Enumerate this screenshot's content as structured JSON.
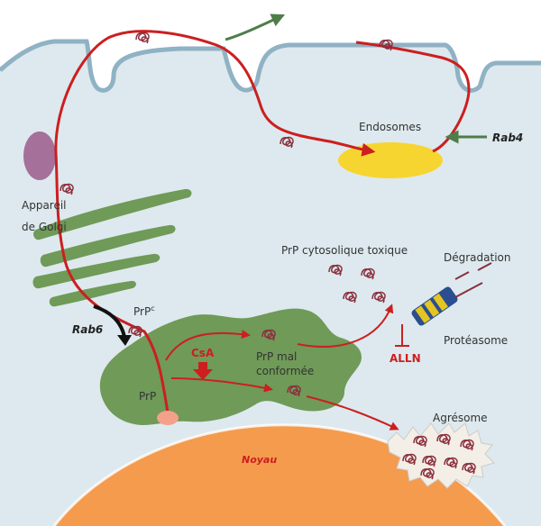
{
  "labels": {
    "endosomes": "Endosomes",
    "rab4": "Rab4",
    "golgi_line1": "Appareil",
    "golgi_line2": "de Golgi",
    "prp_cyto": "PrP cytosolique toxique",
    "degradation": "Dégradation",
    "prpc_base": "PrP",
    "prpc_sup": "c",
    "rab6": "Rab6",
    "csa": "CsA",
    "prp_mal_line1": "PrP mal",
    "prp_mal_line2": "conformée",
    "proteasome": "Protéasome",
    "alln": "ALLN",
    "prp": "PrP",
    "agresome": "Agrésome",
    "noyau": "Noyau"
  },
  "colors": {
    "cytoplasm": "#dde9ee",
    "membrane": "#8fb2c4",
    "pathway": "#cc1f1f",
    "er_golgi": "#6f9a58",
    "endosome": "#f7d531",
    "nucleus": "#f49b4e",
    "green_arrow": "#4f7d4a",
    "prion": "#8a2e3c",
    "proteasome_blue": "#2a4e8f",
    "proteasome_yellow": "#e4c521",
    "vesicle": "#9b5b8a",
    "ribosome": "#f4a08a"
  }
}
